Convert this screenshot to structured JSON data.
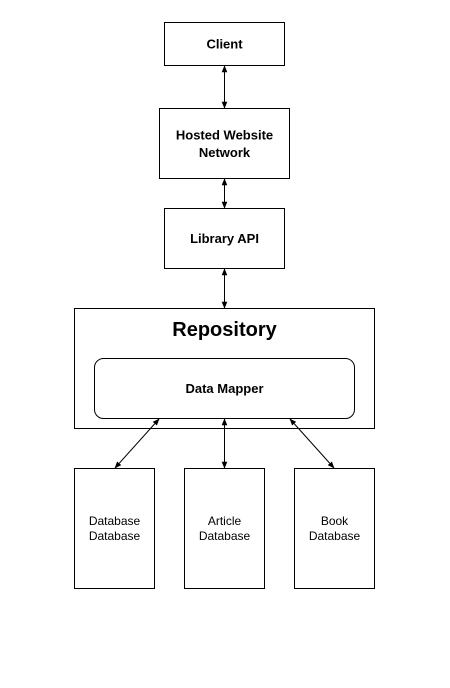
{
  "nodes": {
    "client": "Client",
    "hosted_line1": "Hosted Website",
    "hosted_line2": "Network",
    "library_api": "Library API",
    "repository": "Repository",
    "data_mapper": "Data Mapper",
    "db1_line1": "Database",
    "db1_line2": "Database",
    "db2_line1": "Article",
    "db2_line2": "Database",
    "db3_line1": "Book",
    "db3_line2": "Database"
  },
  "edges": [
    {
      "from": "Client",
      "to": "Hosted Website Network",
      "direction": "both"
    },
    {
      "from": "Hosted Website Network",
      "to": "Library API",
      "direction": "both"
    },
    {
      "from": "Library API",
      "to": "Repository",
      "direction": "both"
    },
    {
      "from": "Data Mapper",
      "to": "Database Database",
      "direction": "both"
    },
    {
      "from": "Data Mapper",
      "to": "Article Database",
      "direction": "both"
    },
    {
      "from": "Data Mapper",
      "to": "Book Database",
      "direction": "both"
    }
  ]
}
